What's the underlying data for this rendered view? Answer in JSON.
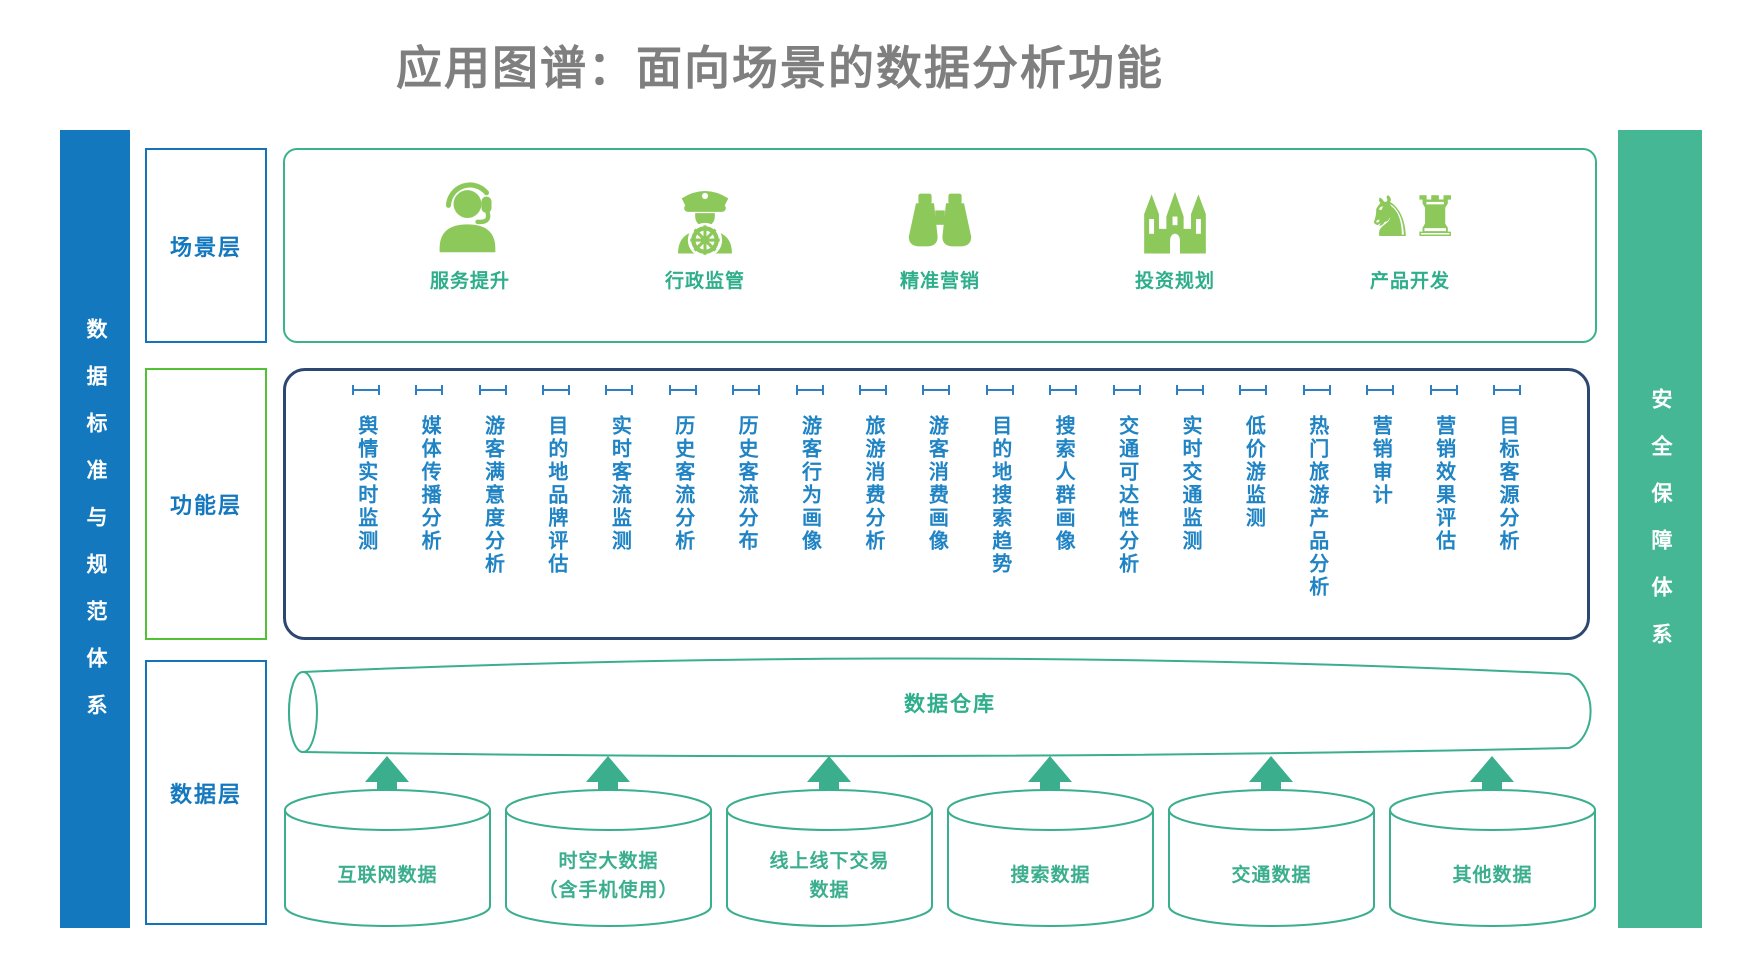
{
  "title": "应用图谱：面向场景的数据分析功能",
  "left_bar": {
    "label": "数据标准与规范体系"
  },
  "right_bar": {
    "label": "安全保障体系"
  },
  "layers": {
    "scene_label": "场景层",
    "function_label": "功能层",
    "data_label": "数据层"
  },
  "scene_layer": {
    "items": [
      {
        "icon": "headset-agent-icon",
        "label": "服务提升"
      },
      {
        "icon": "captain-helm-icon",
        "label": "行政监管"
      },
      {
        "icon": "binoculars-icon",
        "label": "精准营销"
      },
      {
        "icon": "cathedral-icon",
        "label": "投资规划"
      },
      {
        "icon": "chess-pieces-icon",
        "label": "产品开发",
        "glyph": "♞♜"
      }
    ]
  },
  "function_layer": {
    "items": [
      "舆情实时监测",
      "媒体传播分析",
      "游客满意度分析",
      "目的地品牌评估",
      "实时客流监测",
      "历史客流分析",
      "历史客流分布",
      "游客行为画像",
      "旅游消费分析",
      "游客消费画像",
      "目的地搜索趋势",
      "搜索人群画像",
      "交通可达性分析",
      "实时交通监测",
      "低价游监测",
      "热门旅游产品分析",
      "营销审计",
      "营销效果评估",
      "目标客源分析"
    ]
  },
  "data_layer": {
    "warehouse_label": "数据仓库",
    "sources": [
      "互联网数据",
      "时空大数据\n（含手机使用）",
      "线上线下交易\n数据",
      "搜索数据",
      "交通数据",
      "其他数据"
    ]
  },
  "colors": {
    "left_bar_blue": "#1478be",
    "right_bar_teal": "#45b794",
    "icon_green": "#8dc85b",
    "teal_accent": "#3bae8e",
    "function_text_blue": "#1f83c4",
    "function_border_navy": "#2c4770",
    "green_border": "#52c234",
    "title_gray": "#7f7f7f"
  }
}
